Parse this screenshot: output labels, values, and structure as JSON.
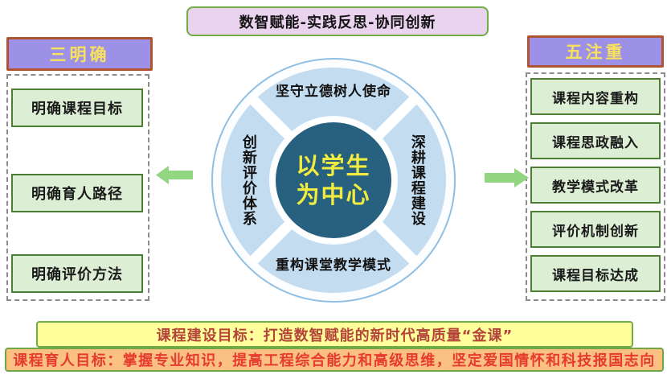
{
  "title": "数智赋能-实践反思-协同创新",
  "left_panel": {
    "header": "三明确",
    "items": [
      "明确课程目标",
      "明确育人路径",
      "明确评价方法"
    ]
  },
  "right_panel": {
    "header": "五注重",
    "items": [
      "课程内容重构",
      "课程思政融入",
      "教学模式改革",
      "评价机制创新",
      "课程目标达成"
    ]
  },
  "circle": {
    "top": "坚守立德树人使命",
    "right": "深耕课程建设",
    "bottom": "重构课堂教学模式",
    "left": "创新评价体系",
    "center_line1": "以学生",
    "center_line2": "为中心"
  },
  "footer": {
    "build_goal": "课程建设目标：打造数智赋能的新时代高质量“金课”",
    "edu_goal": "课程育人目标：掌握专业知识，提高工程综合能力和高级思维，坚定爱国情怀和科技报国志向"
  },
  "colors": {
    "title_bg": "#e9d3ee",
    "title_border": "#70ad47",
    "header_bg": "#9c90e7",
    "header_border": "#af5430",
    "header_text": "#f8e25c",
    "item_bg": "#dcefd5",
    "item_border": "#4c7e35",
    "ring_blue": "#c4dcf0",
    "outer_circle_stroke": "#90bfe4",
    "center_circle": "#28617f",
    "center_text": "#f2ec3f",
    "arrow_green": "#93d681",
    "bar1_bg": "#ffff9c",
    "bar1_text": "#b4443a",
    "bar2_bg": "#fac183",
    "bar2_text": "#e73a2e"
  }
}
